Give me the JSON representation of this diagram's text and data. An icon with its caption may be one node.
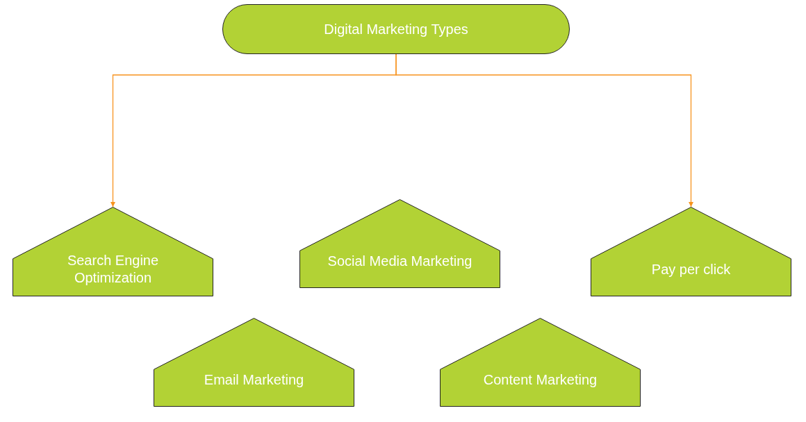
{
  "diagram": {
    "nodes": [
      {
        "text": [
          "Digital Marketing Types"
        ]
      },
      {
        "text": [
          "Search Engine Optimization"
        ]
      },
      {
        "text": [
          "Social Media Marketing"
        ]
      },
      {
        "text": [
          "Pay per click"
        ]
      },
      {
        "text": [
          "Email Marketing"
        ]
      },
      {
        "text": [
          "Content Marketing"
        ]
      }
    ],
    "edges": [
      {
        "from": 0,
        "to": 1,
        "arrow": "to"
      },
      {
        "from": 0,
        "to": 3,
        "arrow": "to"
      }
    ]
  }
}
